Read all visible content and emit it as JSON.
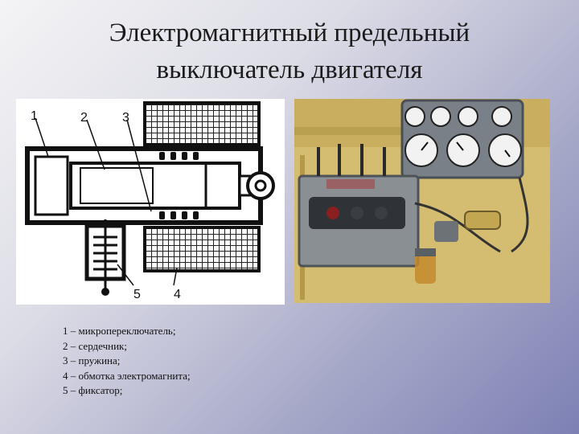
{
  "title": {
    "line1": "Электромагнитный предельный",
    "line2": "выключатель двигателя"
  },
  "diagram": {
    "labels": [
      "1",
      "2",
      "3",
      "4",
      "5"
    ]
  },
  "legend": [
    "1 – микропереключатель;",
    "2 – сердечник;",
    "3 – пружина;",
    "4 – обмотка электромагнита;",
    "5 – фиксатор;"
  ],
  "colors": {
    "background_top": "#f4f4f6",
    "background_bottom": "#7d80b4",
    "engine_paint": "#d2b86a",
    "panel_grey": "#7a8088"
  },
  "icons": {
    "diagram": "switch-cross-section-drawing",
    "photo": "engine-installation-photo"
  }
}
